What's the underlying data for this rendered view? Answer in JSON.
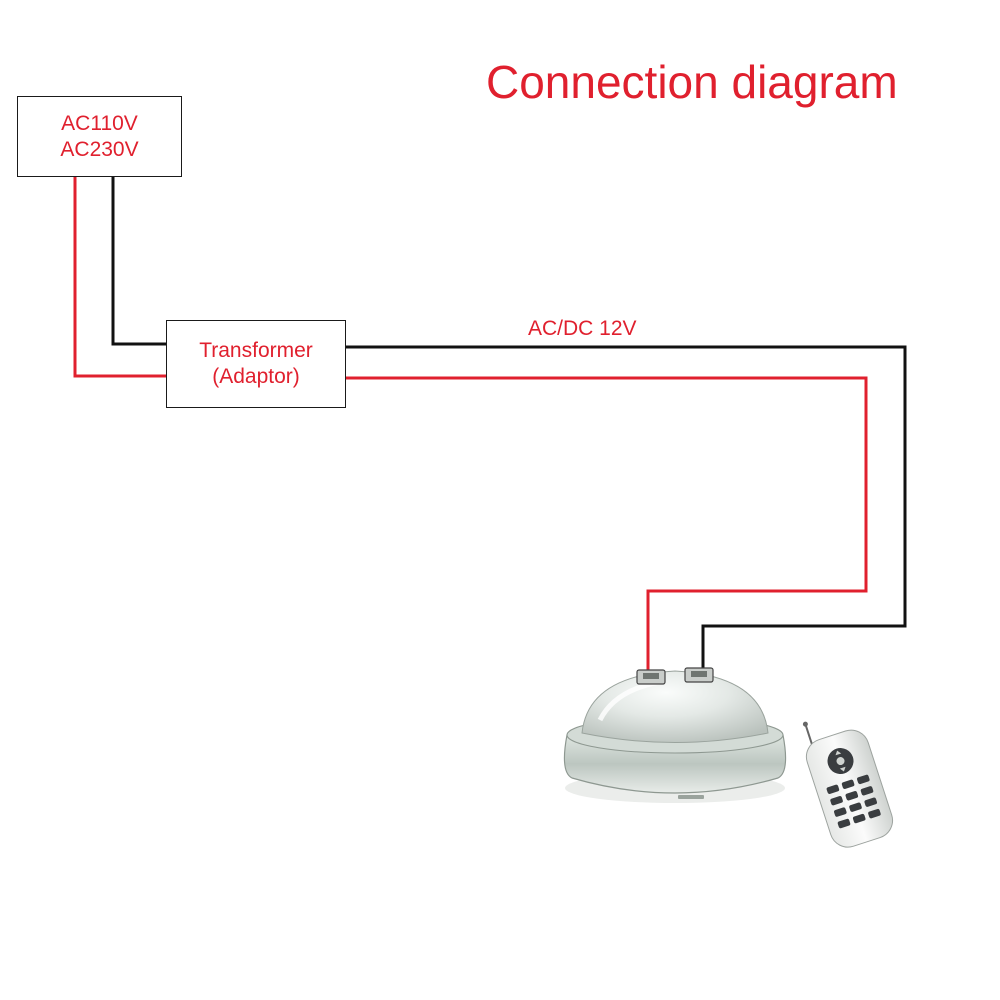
{
  "title": "Connection diagram",
  "source": {
    "line1": "AC110V",
    "line2": "AC230V"
  },
  "transformer": {
    "line1": "Transformer",
    "line2": "(Adaptor)"
  },
  "output_label": "AC/DC 12V",
  "colors": {
    "live_wire": "#e0202e",
    "neutral_wire": "#111111",
    "text_red": "#e0202e",
    "box_border": "#1a1a1a"
  },
  "devices": {
    "lamp_icon": "pool-light-dome-icon",
    "remote_icon": "remote-control-icon"
  }
}
